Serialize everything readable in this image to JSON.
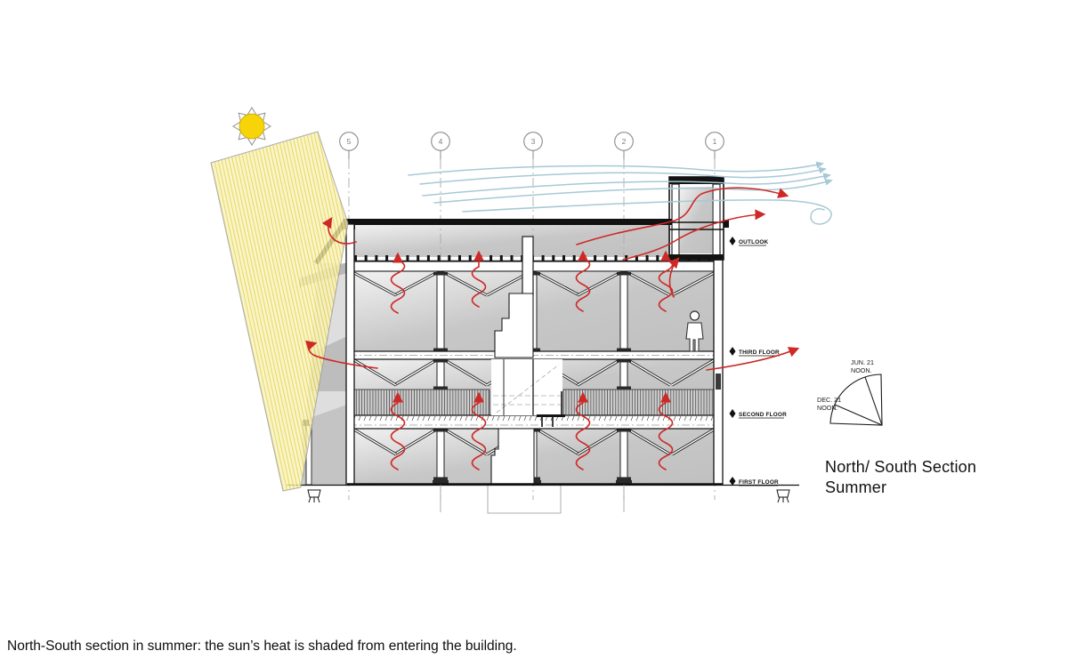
{
  "diagram": {
    "grid_bubbles": [
      "5",
      "4",
      "3",
      "2",
      "1"
    ],
    "level_labels": [
      "OUTLOOK",
      "THIRD FLOOR",
      "SECOND FLOOR",
      "FIRST FLOOR"
    ],
    "sun_path": {
      "summer": [
        "JUN. 21",
        "NOON."
      ],
      "winter": [
        "DEC. 21",
        "NOON."
      ]
    },
    "title": [
      "North/ South Section",
      "Summer"
    ],
    "caption": "North-South section in summer: the sun’s heat is shaded from entering the building.",
    "icons": {
      "sun": "sun-icon",
      "level_marker": "diamond-level-marker-icon",
      "wind": "wind-flow-lines",
      "heat": "heat-flow-arrows"
    },
    "colors": {
      "sun": "#F7D408",
      "sun_edge": "#C9A300",
      "beam_fill": "#FAF4BC",
      "beam_hatch": "#E4D14E",
      "heat": "#CE2926",
      "wind": "#A7C9D5",
      "ink": "#161616",
      "fill_light": "#F1F1F1",
      "fill_mid": "#C7C7C7",
      "louver_bg": "#CECECE",
      "louver_line": "#5E5E5E"
    }
  }
}
